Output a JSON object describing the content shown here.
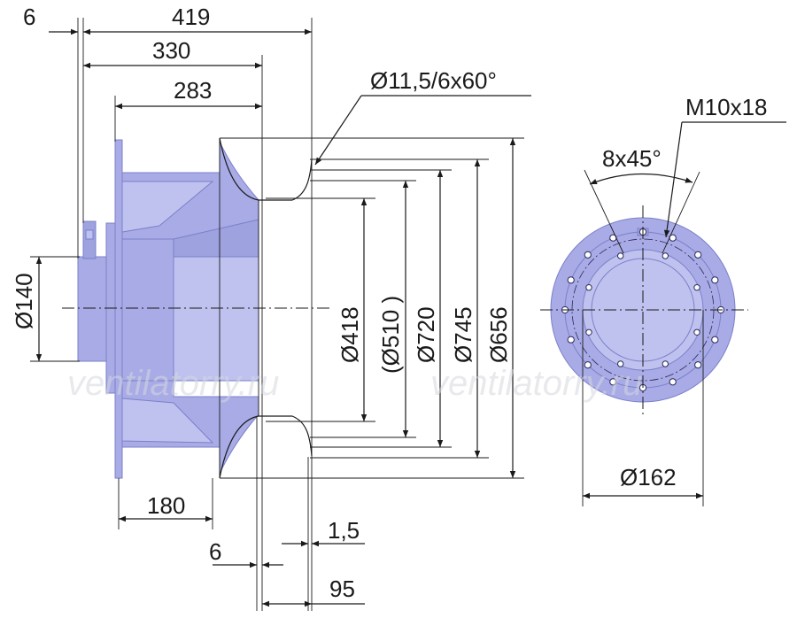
{
  "dimensions": {
    "d6_top": "6",
    "d419": "419",
    "d330": "330",
    "d283": "283",
    "hole_spec": "Ø11,5/6x60°",
    "thread_spec": "M10x18",
    "angle_spec": "8x45°",
    "d140": "Ø140",
    "d418": "Ø418",
    "d510": "(Ø510  )",
    "d720": "Ø720",
    "d745": "Ø745",
    "d656": "Ø656",
    "d162": "Ø162",
    "d180": "180",
    "d6_bottom": "6",
    "d1_5": "1,5",
    "d95": "95"
  },
  "watermarks": {
    "left": "ventilatorry.ru",
    "right": "ventilatorry.ru"
  },
  "colors": {
    "body": "#a8abe6",
    "outline": "#7b80c8",
    "lines": "#1a1a1a"
  }
}
